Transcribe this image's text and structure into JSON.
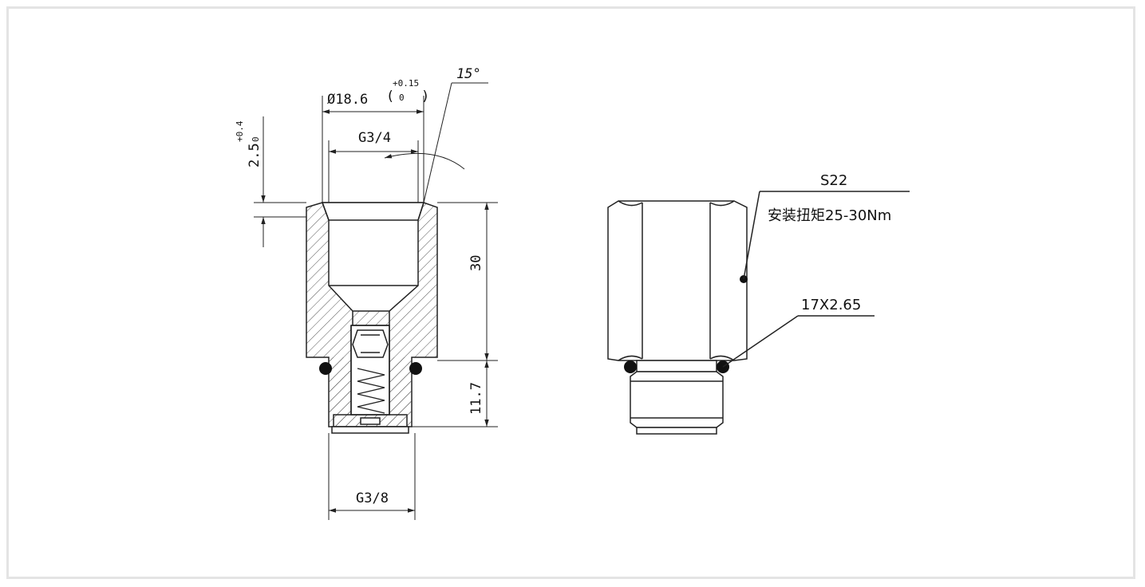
{
  "labels": {
    "bore_diameter": "Ø18.6",
    "bore_tol_upper": "+0.15",
    "bore_tol_lower": "0",
    "chamfer_angle": "15°",
    "top_thread": "G3/4",
    "depth": "2.5",
    "depth_tol_upper": "+0.4",
    "depth_tol_lower": "0",
    "body_height": "30",
    "spigot_height": "11.7",
    "bottom_thread": "G3/8",
    "hex_size": "S22",
    "torque_note": "安装扭矩25-30Nm",
    "oring_spec": "17X2.65"
  },
  "colors": {
    "line": "#222222",
    "frame": "#e4e4e4"
  }
}
